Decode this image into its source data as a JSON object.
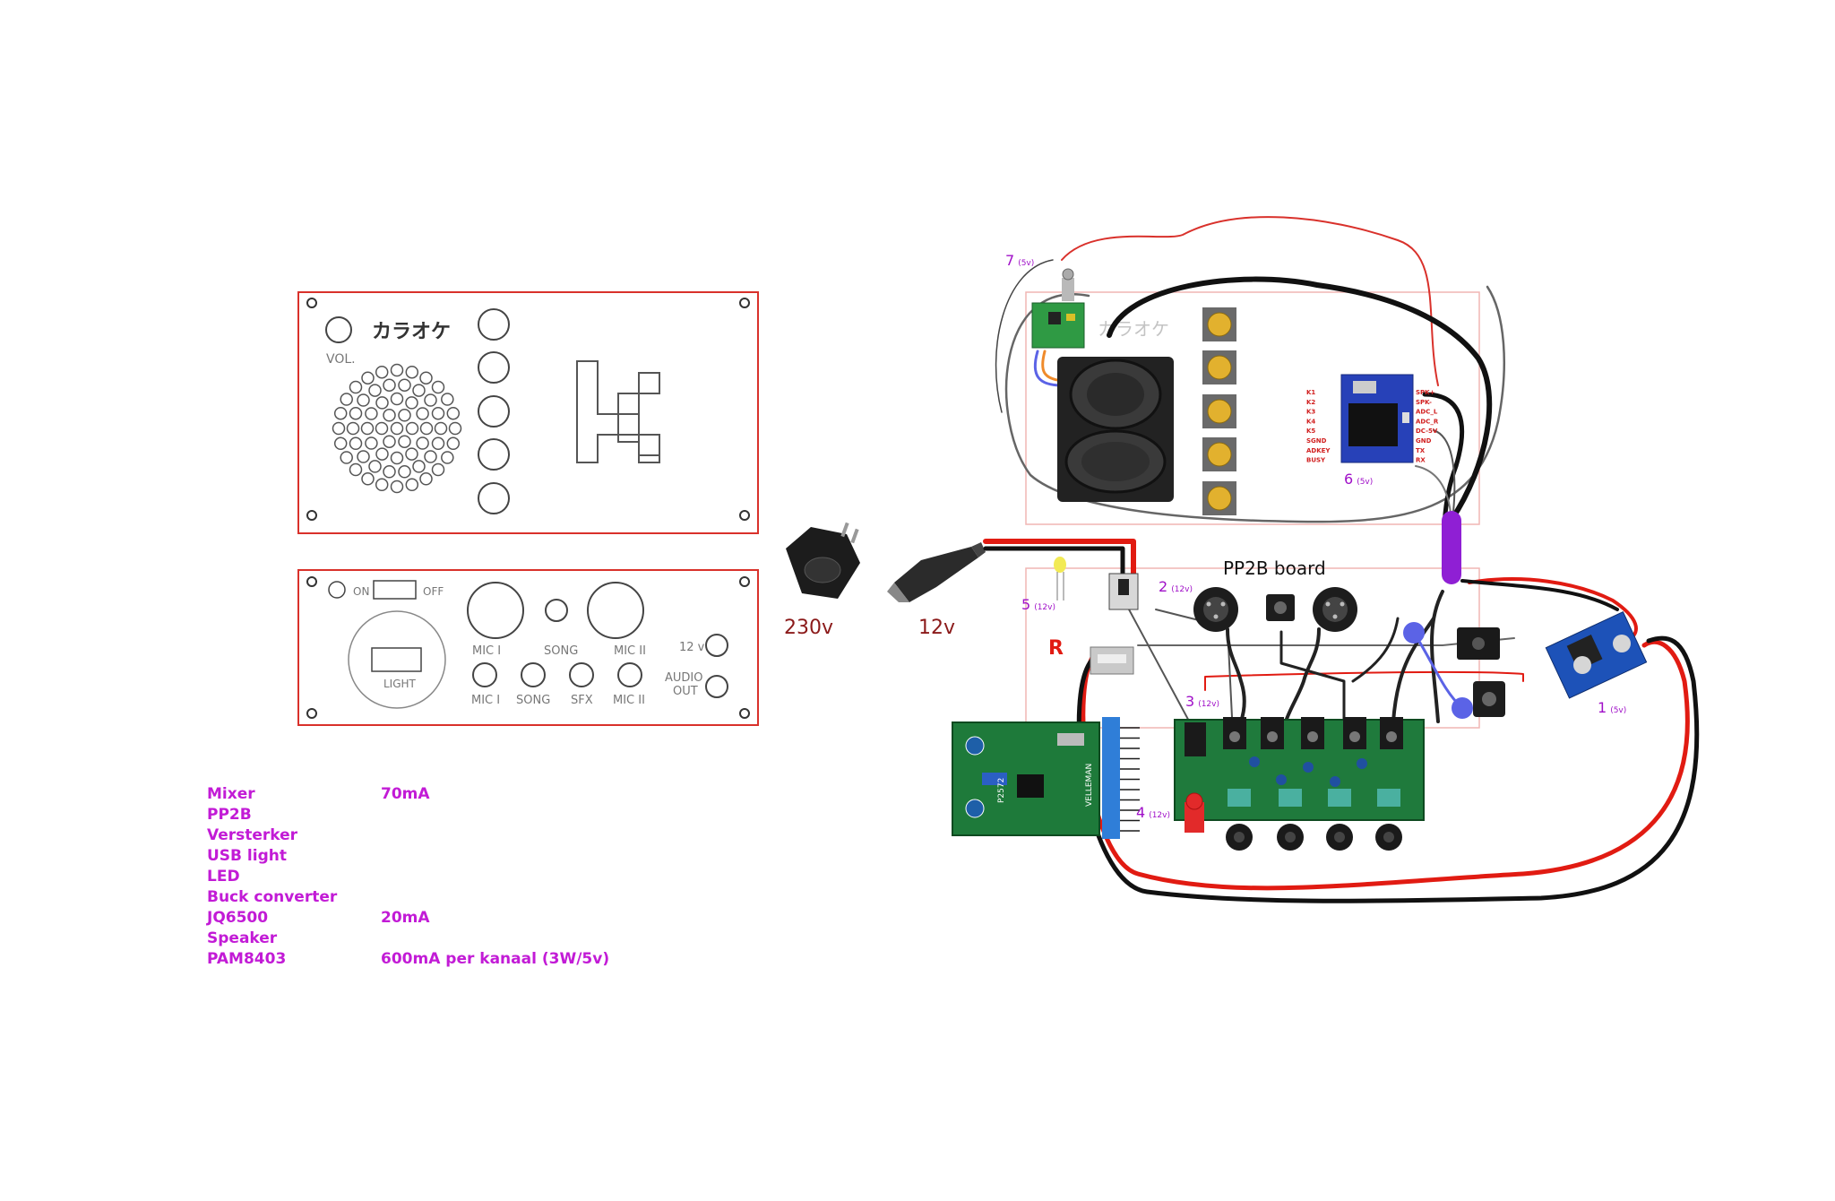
{
  "panel_front": {
    "title": "カラオケ",
    "vol_label": "VOL."
  },
  "panel_back": {
    "on": "ON",
    "off": "OFF",
    "light": "LIGHT",
    "mic1_top": "MIC I",
    "song_top": "SONG",
    "mic2_top": "MIC II",
    "v12": "12 v",
    "mic1_bottom": "MIC I",
    "song_bottom": "SONG",
    "sfx": "SFX",
    "mic2_bottom": "MIC II",
    "audio_out_1": "AUDIO",
    "audio_out_2": "OUT"
  },
  "labels": {
    "v230": "230v",
    "v12": "12v",
    "pp2b_board": "PP2B board",
    "r_mark": "R",
    "assembled_title": "カラオケ"
  },
  "callouts": [
    {
      "num": "7",
      "volt": "(5v)"
    },
    {
      "num": "6",
      "volt": "(5v)"
    },
    {
      "num": "5",
      "volt": "(12v)"
    },
    {
      "num": "2",
      "volt": "(12v)"
    },
    {
      "num": "3",
      "volt": "(12v)"
    },
    {
      "num": "4",
      "volt": "(12v)"
    },
    {
      "num": "1",
      "volt": "(5v)"
    }
  ],
  "jq6500_pins": {
    "left": [
      "K1",
      "K2",
      "K3",
      "K4",
      "K5",
      "SGND",
      "ADKEY",
      "BUSY"
    ],
    "right": [
      "SPK+",
      "SPK-",
      "ADC_L",
      "ADC_R",
      "DC-5V",
      "GND",
      "TX",
      "RX"
    ]
  },
  "velleman": {
    "brand": "VELLEMAN",
    "code": "P2572"
  },
  "power_table": [
    {
      "name": "Mixer",
      "value": "70mA"
    },
    {
      "name": "PP2B",
      "value": ""
    },
    {
      "name": "Versterker",
      "value": ""
    },
    {
      "name": "USB light",
      "value": ""
    },
    {
      "name": "LED",
      "value": ""
    },
    {
      "name": "Buck converter",
      "value": ""
    },
    {
      "name": "JQ6500",
      "value": "20mA"
    },
    {
      "name": "Speaker",
      "value": ""
    },
    {
      "name": "PAM8403",
      "value": "600mA per kanaal (3W/5v)"
    }
  ],
  "colors": {
    "panel_outline": "#d9312b",
    "callout_purple": "#a010c8",
    "voltage_red": "#8b1a1a",
    "table_text": "#c21bd6",
    "wire_red": "#e11b12",
    "wire_black": "#111111",
    "wire_blue": "#5b63e6",
    "pcb_green": "#1e7a3a",
    "jq_blue": "#2741b8"
  }
}
